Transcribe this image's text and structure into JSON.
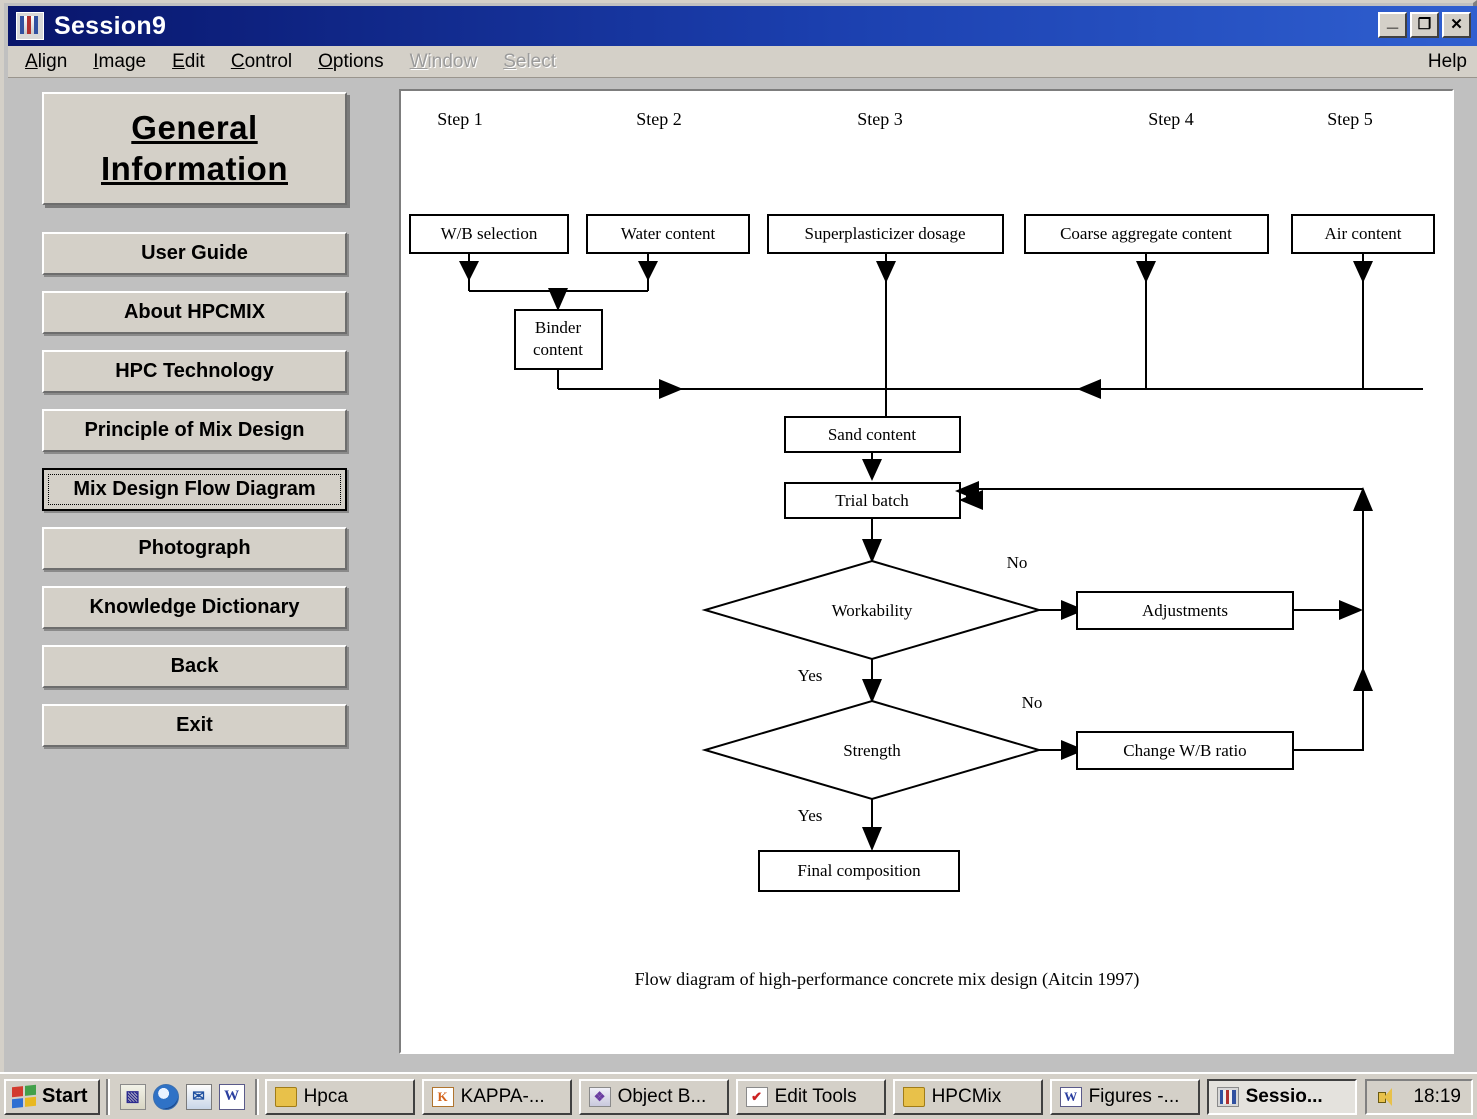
{
  "window": {
    "title": "Session9",
    "icon": "app-icon",
    "buttons": {
      "minimize": "_",
      "restore": "❐",
      "close": "✕"
    }
  },
  "menu": {
    "items": [
      {
        "label": "Align",
        "accel": "A",
        "disabled": false
      },
      {
        "label": "Image",
        "accel": "I",
        "disabled": false
      },
      {
        "label": "Edit",
        "accel": "E",
        "disabled": false
      },
      {
        "label": "Control",
        "accel": "C",
        "disabled": false
      },
      {
        "label": "Options",
        "accel": "O",
        "disabled": false
      },
      {
        "label": "Window",
        "accel": "W",
        "disabled": true
      },
      {
        "label": "Select",
        "accel": "S",
        "disabled": true
      }
    ],
    "help": "Help"
  },
  "sidebar": {
    "header_line1": "General",
    "header_line2": "Information",
    "buttons": [
      {
        "label": "User Guide",
        "selected": false
      },
      {
        "label": "About HPCMIX",
        "selected": false
      },
      {
        "label": "HPC Technology",
        "selected": false
      },
      {
        "label": "Principle of Mix Design",
        "selected": false
      },
      {
        "label": "Mix Design Flow Diagram",
        "selected": true
      },
      {
        "label": "Photograph",
        "selected": false
      },
      {
        "label": "Knowledge Dictionary",
        "selected": false
      },
      {
        "label": "Back",
        "selected": false
      },
      {
        "label": "Exit",
        "selected": false
      }
    ]
  },
  "diagram": {
    "caption": "Flow diagram of high-performance concrete mix design (Aitcin 1997)",
    "steps": [
      "Step 1",
      "Step 2",
      "Step 3",
      "Step 4",
      "Step 5"
    ],
    "boxes": {
      "wb_selection": "W/B selection",
      "water_content": "Water content",
      "superplasticizer": "Superplasticizer dosage",
      "coarse_aggregate": "Coarse aggregate content",
      "air_content": "Air content",
      "binder_content_l1": "Binder",
      "binder_content_l2": "content",
      "sand_content": "Sand content",
      "trial_batch": "Trial batch",
      "adjustments": "Adjustments",
      "change_wb": "Change W/B ratio",
      "final_composition": "Final composition"
    },
    "decisions": {
      "workability": "Workability",
      "strength": "Strength"
    },
    "edge_labels": {
      "workability_no": "No",
      "workability_yes": "Yes",
      "strength_no": "No",
      "strength_yes": "Yes"
    }
  },
  "taskbar": {
    "start": "Start",
    "quick_launch": [
      {
        "name": "show-desktop-icon",
        "glyph": "▧"
      },
      {
        "name": "internet-explorer-icon",
        "glyph": "e"
      },
      {
        "name": "outlook-express-icon",
        "glyph": "✉"
      },
      {
        "name": "word-icon",
        "glyph": "W"
      }
    ],
    "tasks": [
      {
        "label": "Hpca",
        "icon": "folder-icon",
        "glyph": "",
        "active": false
      },
      {
        "label": "KAPPA-...",
        "icon": "kappa-icon",
        "glyph": "K",
        "active": false
      },
      {
        "label": "Object B...",
        "icon": "object-browser-icon",
        "glyph": "❖",
        "active": false
      },
      {
        "label": "Edit Tools",
        "icon": "edit-tools-icon",
        "glyph": "✔",
        "active": false
      },
      {
        "label": "HPCMix",
        "icon": "folder-icon",
        "glyph": "",
        "active": false
      },
      {
        "label": "Figures -...",
        "icon": "word-icon",
        "glyph": "W",
        "active": false
      },
      {
        "label": "Sessio...",
        "icon": "session-icon",
        "glyph": "",
        "active": true
      }
    ],
    "clock": "18:19",
    "speaker": "speaker-icon"
  }
}
